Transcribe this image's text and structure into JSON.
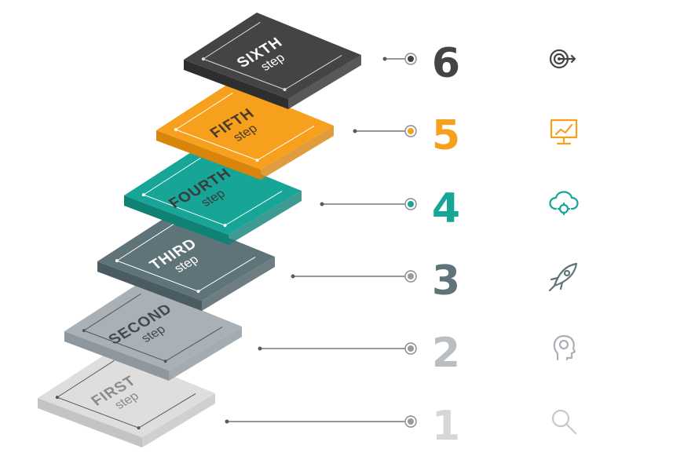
{
  "steps": [
    {
      "title": "FIRST",
      "subtitle": "step",
      "number": "1",
      "color": "#dedede",
      "side": "#c4c4c4",
      "text": "#8a8a8a",
      "num_color": "#d6d6d6",
      "icon": "magnifier-icon"
    },
    {
      "title": "SECOND",
      "subtitle": "step",
      "number": "2",
      "color": "#a9b0b6",
      "side": "#8f979e",
      "text": "#3f4a55",
      "num_color": "#b9bec3",
      "icon": "brain-head-icon"
    },
    {
      "title": "THIRD",
      "subtitle": "step",
      "number": "3",
      "color": "#5f7479",
      "side": "#4a5c61",
      "text": "#ffffff",
      "num_color": "#5f7479",
      "icon": "rocket-icon"
    },
    {
      "title": "FOURTH",
      "subtitle": "step",
      "number": "4",
      "color": "#16a596",
      "side": "#0f8175",
      "text": "#3a3a3a",
      "num_color": "#16a596",
      "icon": "cloud-gear-icon"
    },
    {
      "title": "FIFTH",
      "subtitle": "step",
      "number": "5",
      "color": "#f6a01d",
      "side": "#d9850c",
      "text": "#4a3a2a",
      "num_color": "#f6a01d",
      "icon": "presentation-chart-icon"
    },
    {
      "title": "SIXTH",
      "subtitle": "step",
      "number": "6",
      "color": "#444444",
      "side": "#2e2e2e",
      "text": "#ffffff",
      "num_color": "#444444",
      "icon": "target-arrow-icon"
    }
  ]
}
